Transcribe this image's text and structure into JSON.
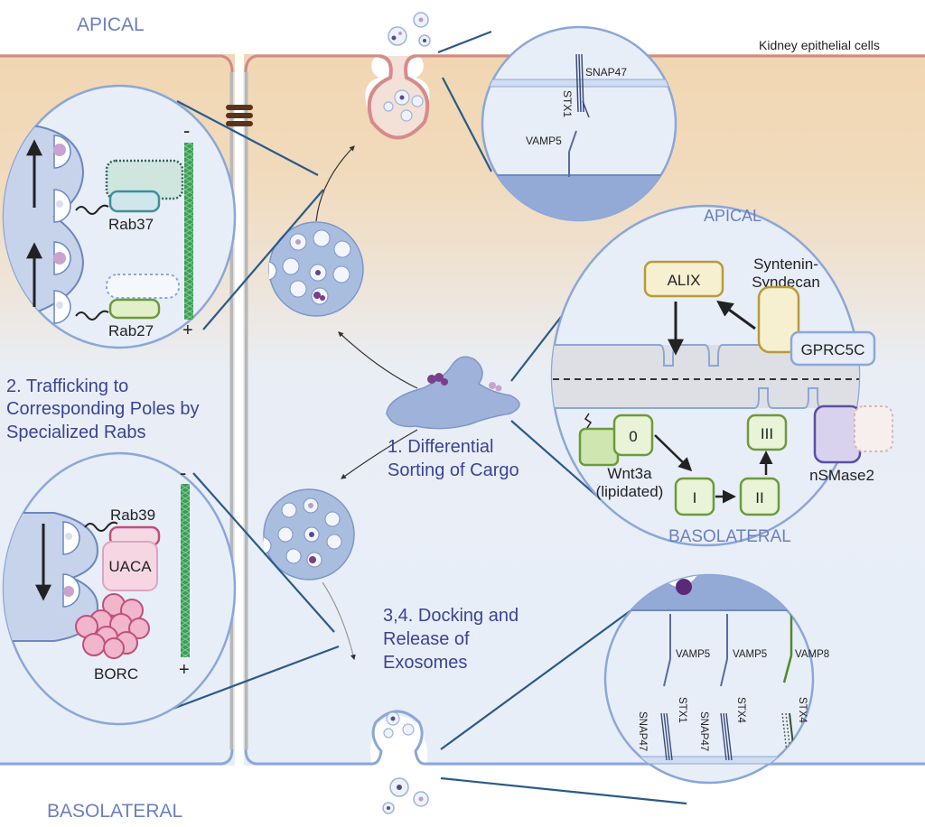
{
  "labels": {
    "apical_top": "APICAL",
    "basolateral_bottom": "BASOLATERAL",
    "cell_type": "Kidney epithelial cells",
    "step1_line1": "1. Differential",
    "step1_line2": "Sorting of Cargo",
    "step2_line1": "2. Trafficking to",
    "step2_line2": "Corresponding Poles by",
    "step2_line3": "Specialized Rabs",
    "step34_line1": "3,4. Docking and",
    "step34_line2": "Release of",
    "step34_line3": "Exosomes"
  },
  "top_zoom": {
    "snap": "SNAP47",
    "stx": "STX1",
    "vamp": "VAMP5"
  },
  "sorting_zoom": {
    "apical": "APICAL",
    "basolateral": "BASOLATERAL",
    "alix": "ALIX",
    "syntenin_line1": "Syntenin-",
    "syntenin_line2": "Syndecan",
    "gprc5c": "GPRC5C",
    "state0": "0",
    "state1": "I",
    "state2": "II",
    "state3": "III",
    "wnt_line1": "Wnt3a",
    "wnt_line2": "(lipidated)",
    "nsmase": "nSMase2"
  },
  "rab_zoom_top": {
    "rab37": "Rab37",
    "rab27": "Rab27",
    "minus": "-",
    "plus": "+"
  },
  "rab_zoom_bottom": {
    "rab39": "Rab39",
    "uaca": "UACA",
    "borc": "BORC",
    "minus": "-",
    "plus": "+"
  },
  "bottom_zoom": {
    "vamp5a": "VAMP5",
    "vamp5b": "VAMP5",
    "vamp8": "VAMP8",
    "stx1": "STX1",
    "stx4a": "STX4",
    "stx4b": "STX4",
    "snap47a": "SNAP47",
    "snap47b": "SNAP47"
  },
  "colors": {
    "apical_cytoplasm": "#f2d7b3",
    "basal_cytoplasm": "#eaf0f8",
    "membrane_blue": "#8aa7d8",
    "apical_membrane": "#d68b8b",
    "mvb_fill": "#a9bddf",
    "green": "#6c9a3c",
    "yellow": "#b89a3a",
    "purple": "#5a4fa0",
    "pink": "#c0507a",
    "teal": "#3f8f9a",
    "text_blue": "#3b4394",
    "region_blue": "#6c7fbf"
  }
}
